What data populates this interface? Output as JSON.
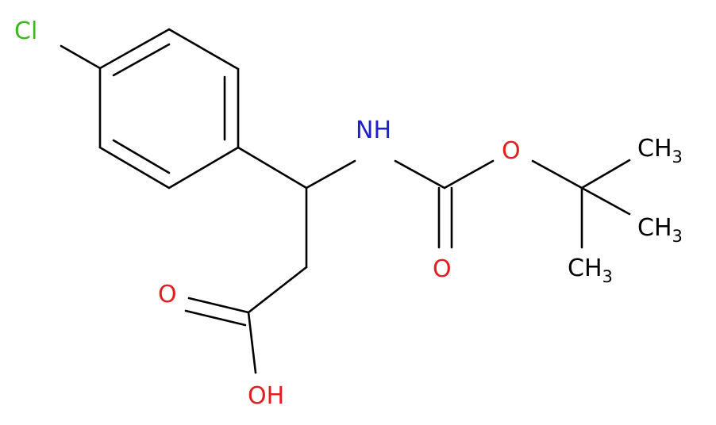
{
  "colors": {
    "bond": "#000000",
    "chlorine": "#3cb81f",
    "nitrogen": "#2020c8",
    "oxygen": "#e02020",
    "carbon_label": "#000000"
  },
  "labels": {
    "cl": "Cl",
    "nh": "NH",
    "o_ester": "O",
    "o_carbamate": "O",
    "o_acid": "O",
    "oh": "OH",
    "ch3_top": {
      "main": "CH",
      "sub": "3"
    },
    "ch3_mid": {
      "main": "CH",
      "sub": "3"
    },
    "ch3_bottom": {
      "main": "CH",
      "sub": "3"
    }
  }
}
